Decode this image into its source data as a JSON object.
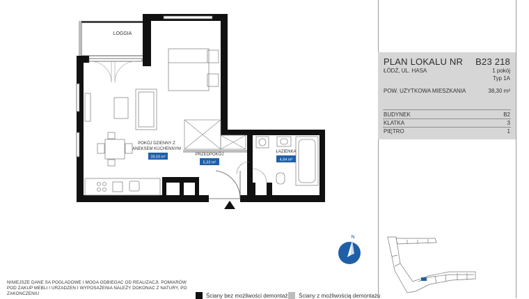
{
  "header": {
    "title": "PLAN LOKALU NR",
    "unit_number": "B23 218",
    "address": "ŁÓDŹ, UL. HASA",
    "rooms": "1 pokój",
    "type": "Typ 1A",
    "area_label": "POW. UŻYTKOWA MIESZKANIA",
    "area_value": "38,30 m²"
  },
  "details": [
    {
      "label": "BUDYNEK",
      "value": "B2"
    },
    {
      "label": "KLATKA",
      "value": "3"
    },
    {
      "label": "PIĘTRO",
      "value": "1"
    }
  ],
  "rooms": {
    "loggia": "LOGGIA",
    "living_name_1": "POKÓJ DZIENNY Z",
    "living_name_2": "ANEKSEM KUCHENNYM",
    "living_area": "28,03 m²",
    "hall_name": "PRZEDPOKÓJ",
    "hall_area": "5,33 m²",
    "bath_name": "ŁAZIENKA",
    "bath_area": "4,94 m²"
  },
  "compass": {
    "north_label": "N"
  },
  "disclaimer": "NINIEJSZE DANE SA POGLADOWE I MOGA ODBIEGAC OD REALIZACJI. POMIARÓW POD ZAKUP MEBLI I URZADZEN I WYPOSAŻENIA NALEŻY DOKONAC Z NATURY, PO ZAKONCZENIU",
  "legend": {
    "fixed_walls": "Ściany bez możliwości demontażu",
    "removable_walls": "Ściany z możliwością demontażu",
    "fixed_color": "#111111",
    "removable_color": "#bdbdbd"
  },
  "colors": {
    "accent": "#1f5fa8",
    "wall": "#111111",
    "panel": "#d6d6d6"
  }
}
